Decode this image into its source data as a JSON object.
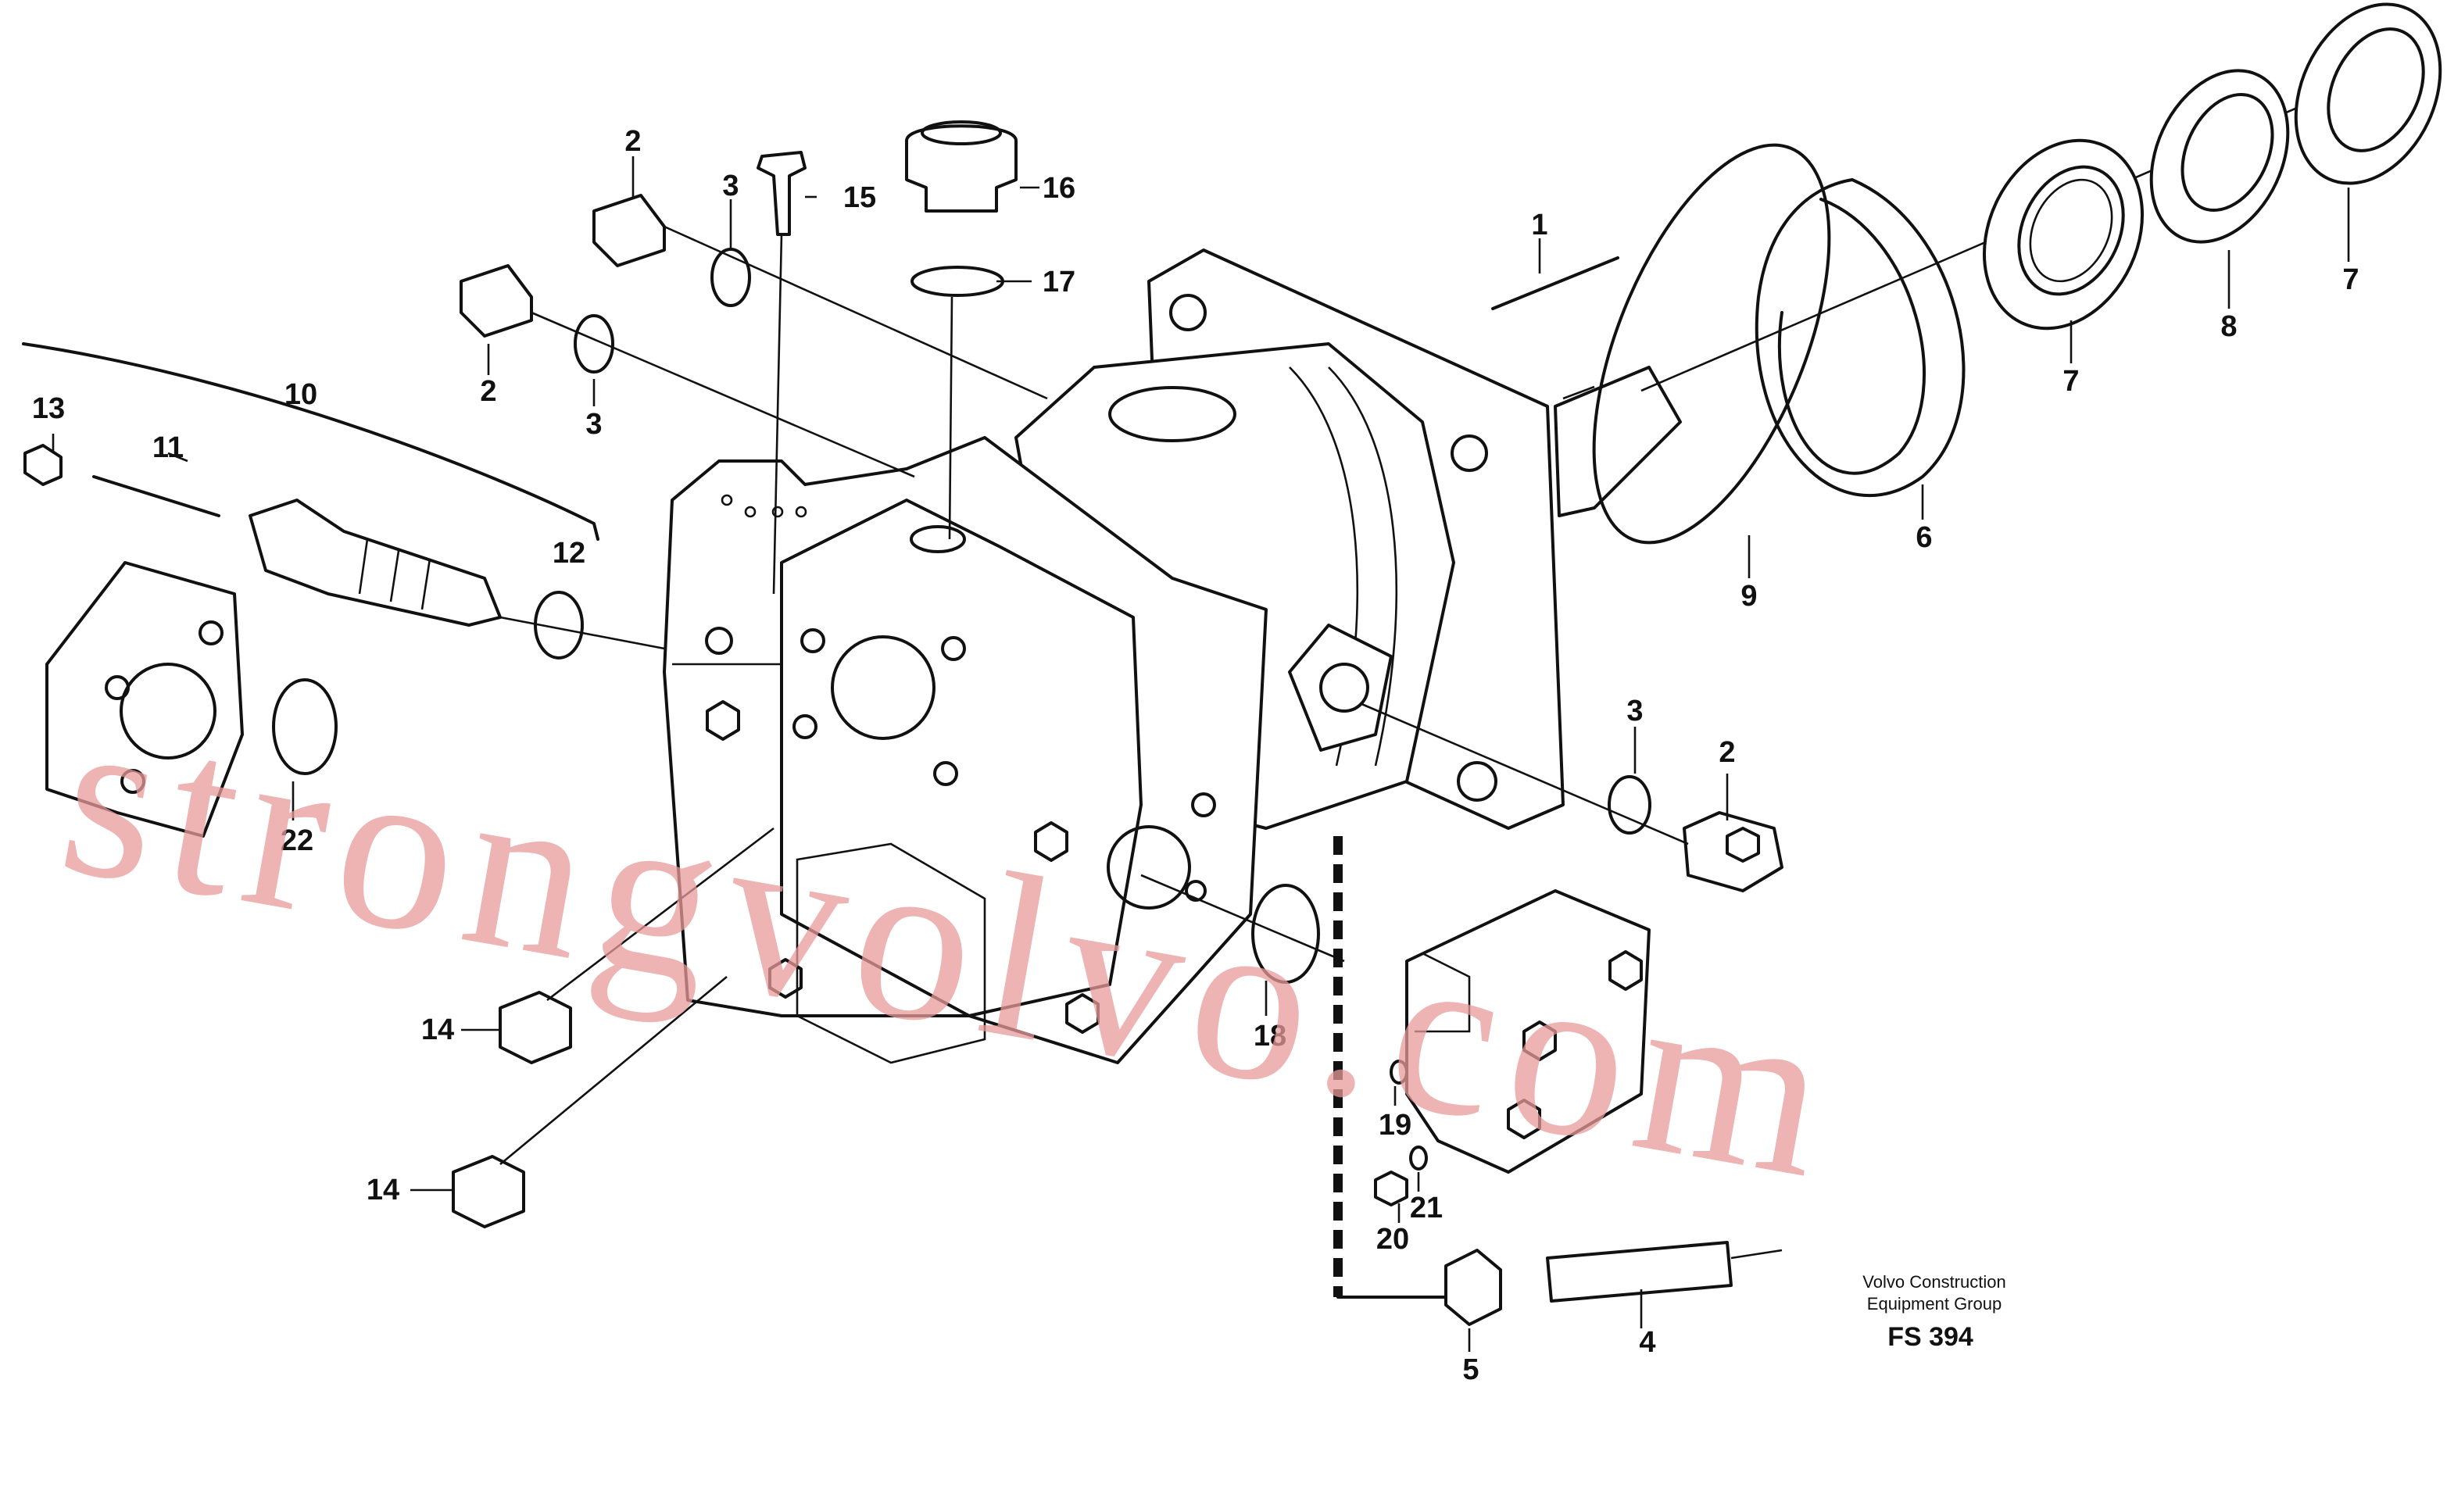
{
  "part_labels": {
    "p1": "1",
    "p2a": "2",
    "p2b": "2",
    "p2c": "2",
    "p3a": "3",
    "p3b": "3",
    "p3c": "3",
    "p4": "4",
    "p5": "5",
    "p6": "6",
    "p7a": "7",
    "p7b": "7",
    "p8": "8",
    "p9": "9",
    "p10": "10",
    "p11": "11",
    "p12": "12",
    "p13": "13",
    "p14a": "14",
    "p14b": "14",
    "p15": "15",
    "p16": "16",
    "p17": "17",
    "p18": "18",
    "p19": "19",
    "p20": "20",
    "p21": "21",
    "p22": "22"
  },
  "caption": {
    "line1": "Volvo Construction",
    "line2": "Equipment Group",
    "code": "FS 394"
  },
  "watermark": "strongvolvo.com"
}
